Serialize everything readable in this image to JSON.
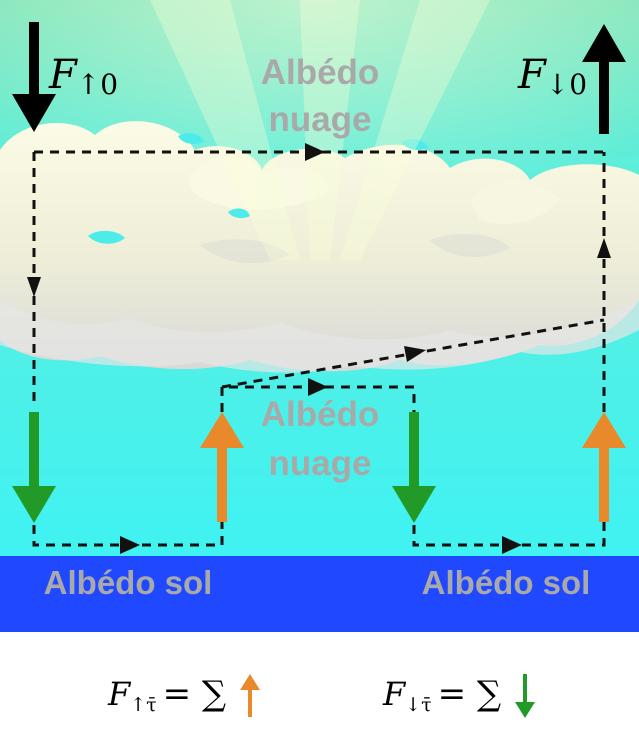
{
  "labels": {
    "cloud_albedo_top_line1": "Albédo",
    "cloud_albedo_top_line2": "nuage",
    "cloud_albedo_mid_line1": "Albédo",
    "cloud_albedo_mid_line2": "nuage",
    "ground_albedo_left": "Albédo sol",
    "ground_albedo_right": "Albédo sol"
  },
  "flux_labels": {
    "incoming_F": "F",
    "incoming_sub": "↑0",
    "outgoing_F": "F",
    "outgoing_sub": "↓0"
  },
  "equations": {
    "up_F": "F",
    "up_sub": "↑τ̄",
    "up_rhs": "= ∑",
    "down_F": "F",
    "down_sub": "↓τ̄",
    "down_rhs": "= ∑"
  },
  "colors": {
    "sky_top": "#6fe8bf",
    "sky_bottom": "#42f0ef",
    "ground": "#2049ff",
    "down_arrow": "#229a28",
    "up_arrow": "#e8892c",
    "label_gray": "#a9a9a9"
  }
}
